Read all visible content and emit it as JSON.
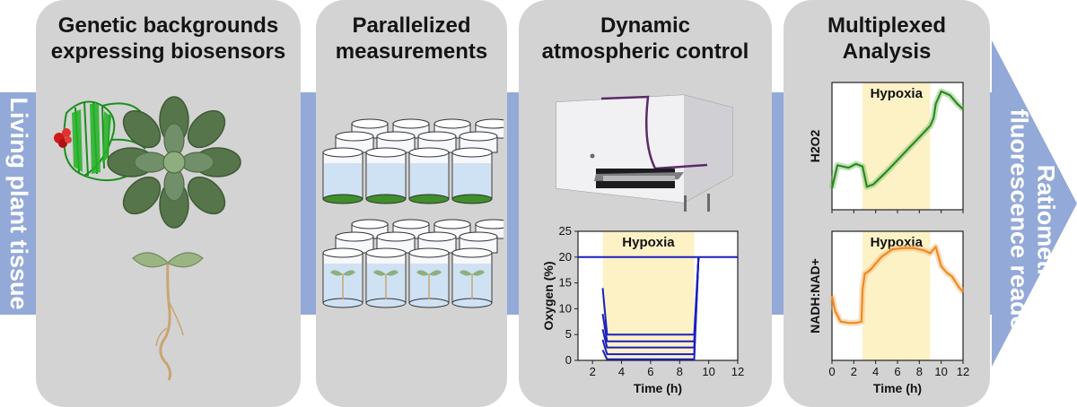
{
  "flow": {
    "start_label": "Living plant tissue",
    "end_label": [
      "Ratiometric",
      "fluorescence readout"
    ]
  },
  "panels": [
    {
      "title": [
        "Genetic backgrounds",
        "expressing biosensors"
      ]
    },
    {
      "title": [
        "Parallelized",
        "measurements"
      ]
    },
    {
      "title": [
        "Dynamic",
        "atmospheric control"
      ]
    },
    {
      "title": [
        "Multiplexed",
        "Analysis"
      ]
    }
  ],
  "colors": {
    "flow": "#93a9d8",
    "panel": "#d3d3d3",
    "hypoxia_shade": "#fdf1c6",
    "oxygen": "#1a1fbf",
    "h2o2": "#2a8a1e",
    "nadh": "#f08a1e",
    "leaf": "#56754a",
    "protein": "#22b323"
  },
  "icons": [
    "biosensor-protein-icon",
    "rosette-plant-icon",
    "seedling-icon",
    "plate-reader-icon",
    "well-array-icon"
  ],
  "chart_data": [
    {
      "type": "line",
      "panel": "Dynamic atmospheric control",
      "title": "",
      "xlabel": "Time (h)",
      "ylabel": "Oxygen (%)",
      "xlim": [
        1,
        12
      ],
      "ylim": [
        0,
        25
      ],
      "xticks": [
        "2",
        "4",
        "6",
        "8",
        "10",
        "12"
      ],
      "yticks": [
        "0",
        "5",
        "10",
        "15",
        "20",
        "25"
      ],
      "annotation": {
        "label": "Hypoxia",
        "x_range": [
          2.7,
          9
        ]
      },
      "series": [
        {
          "x": [
            1,
            2.7,
            2.9,
            9,
            9.3,
            12
          ],
          "values": [
            20,
            20,
            20,
            20,
            20,
            20
          ]
        },
        {
          "x": [
            2.7,
            3,
            9,
            9.3
          ],
          "values": [
            14,
            5,
            5,
            20
          ]
        },
        {
          "x": [
            2.7,
            3,
            9,
            9.3
          ],
          "values": [
            9,
            3.7,
            3.7,
            20
          ]
        },
        {
          "x": [
            2.7,
            3,
            9,
            9.3
          ],
          "values": [
            6,
            2.5,
            2.5,
            20
          ]
        },
        {
          "x": [
            2.7,
            3,
            9,
            9.3
          ],
          "values": [
            4,
            1.2,
            1.2,
            20
          ]
        },
        {
          "x": [
            2.7,
            3,
            9,
            9.3
          ],
          "values": [
            2,
            0.2,
            0.2,
            20
          ]
        }
      ]
    },
    {
      "type": "line",
      "panel": "Multiplexed Analysis",
      "title": "",
      "xlabel": "",
      "ylabel": "H2O2",
      "xlim": [
        0,
        12
      ],
      "ylim": [
        0,
        1
      ],
      "annotation": {
        "label": "Hypoxia",
        "x_range": [
          2.8,
          9
        ]
      },
      "series": [
        {
          "x": [
            0,
            0.5,
            1,
            1.5,
            2.2,
            2.8,
            3.2,
            3.8,
            5,
            6,
            7,
            8,
            9,
            9.3,
            9.5,
            10,
            10.8,
            11.5,
            12
          ],
          "values": [
            0.17,
            0.35,
            0.34,
            0.33,
            0.36,
            0.34,
            0.18,
            0.2,
            0.3,
            0.39,
            0.48,
            0.57,
            0.66,
            0.72,
            0.83,
            0.93,
            0.9,
            0.83,
            0.79
          ]
        }
      ]
    },
    {
      "type": "line",
      "panel": "Multiplexed Analysis",
      "title": "",
      "xlabel": "Time (h)",
      "ylabel": "NADH:NAD+",
      "xlim": [
        0,
        12
      ],
      "ylim": [
        0,
        1
      ],
      "xticks": [
        "0",
        "2",
        "4",
        "6",
        "8",
        "10",
        "12"
      ],
      "annotation": {
        "label": "Hypoxia",
        "x_range": [
          2.8,
          9
        ]
      },
      "series": [
        {
          "x": [
            0,
            0.3,
            0.8,
            1.5,
            2.2,
            2.7,
            2.8,
            3,
            3.5,
            4.5,
            5.5,
            6.5,
            7.5,
            8.5,
            9,
            9.5,
            10,
            10.5,
            11,
            11.6,
            12
          ],
          "values": [
            0.5,
            0.38,
            0.3,
            0.29,
            0.29,
            0.3,
            0.55,
            0.67,
            0.7,
            0.8,
            0.86,
            0.87,
            0.87,
            0.85,
            0.83,
            0.88,
            0.73,
            0.68,
            0.65,
            0.57,
            0.53
          ]
        }
      ]
    }
  ]
}
